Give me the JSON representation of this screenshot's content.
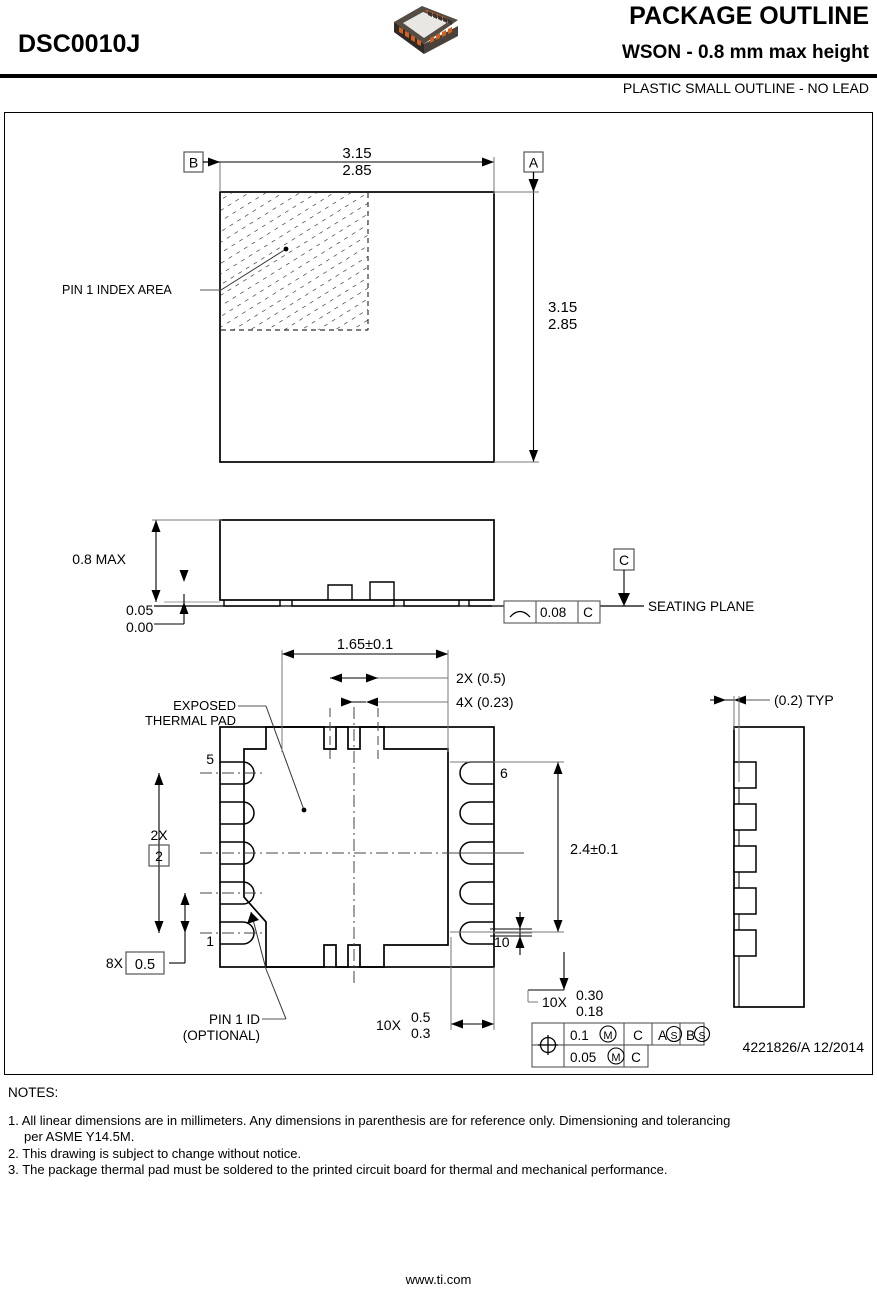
{
  "header": {
    "package_code": "DSC0010J",
    "title": "PACKAGE OUTLINE",
    "subtitle_bold": "WSON - 0.8 mm max height",
    "subtitle_small": "PLASTIC SMALL OUTLINE - NO LEAD",
    "package_3d_icon": "wson-package-3d-render"
  },
  "top_view": {
    "datum_b": "B",
    "datum_a": "A",
    "width_max": "3.15",
    "width_min": "2.85",
    "height_max": "3.15",
    "height_min": "2.85",
    "pin1_index_label": "PIN 1 INDEX AREA"
  },
  "side_view": {
    "height_max": "0.8 MAX",
    "standoff_max": "0.05",
    "standoff_min": "0.00",
    "datum_c": "C",
    "seating_plane_label": "SEATING PLANE",
    "flatness_symbol": "flatness-icon",
    "flatness_value": "0.08",
    "flatness_datum": "C"
  },
  "bottom_view": {
    "pad_width": "1.65±0.1",
    "pad_height": "2.4±0.1",
    "notch_2x": "2X (0.5)",
    "notch_4x": "4X (0.23)",
    "exposed_pad_label_l1": "EXPOSED",
    "exposed_pad_label_l2": "THERMAL PAD",
    "pin1_id_l1": "PIN 1 ID",
    "pin1_id_l2": "(OPTIONAL)",
    "pin_num_5": "5",
    "pin_num_6": "6",
    "pin_num_1": "1",
    "pin_num_10": "10",
    "pitch_2x_label": "2X",
    "pitch_2x_value": "2",
    "pitch_8x_label": "8X",
    "pitch_8x_value": "0.5",
    "lead_length_count": "10X",
    "lead_length_max": "0.5",
    "lead_length_min": "0.3",
    "lead_width_count": "10X",
    "lead_width_max": "0.30",
    "lead_width_min": "0.18",
    "fcf": {
      "symbol": "true-position-icon",
      "row1_tol": "0.1",
      "row1_mod": "M",
      "row1_d1": "C",
      "row1_d2": "A",
      "row1_d2_mod": "S",
      "row1_d3": "B",
      "row1_d3_mod": "S",
      "row2_tol": "0.05",
      "row2_mod": "M",
      "row2_d1": "C"
    }
  },
  "end_view": {
    "lead_thickness": "(0.2) TYP"
  },
  "drawing_number": "4221826/A   12/2014",
  "notes": {
    "title": "NOTES:",
    "items": [
      "1. All linear dimensions are in millimeters. Any dimensions in parenthesis are for reference only. Dimensioning and tolerancing",
      "per ASME Y14.5M.",
      "2. This drawing is subject to change without notice.",
      "3. The package thermal pad must be soldered to the printed circuit board for thermal and mechanical performance."
    ]
  },
  "footer": {
    "url": "www.ti.com"
  },
  "colors": {
    "line": "#000000",
    "thin_line": "#808080",
    "package_body_dark": "#3a342f",
    "package_top": "#e8e6e2",
    "package_lead": "#d4601f"
  }
}
